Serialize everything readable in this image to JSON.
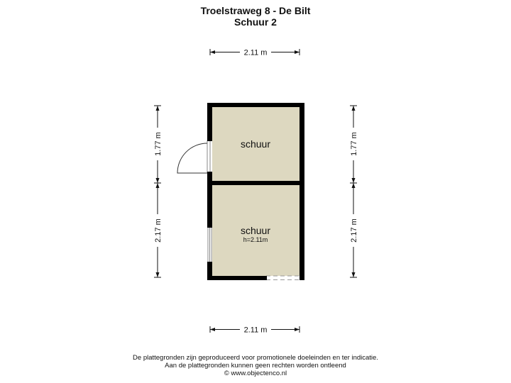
{
  "header": {
    "title": "Troelstraweg 8 - De Bilt",
    "subtitle": "Schuur 2"
  },
  "dimensions": {
    "top_width": "2.11 m",
    "bottom_width": "2.11 m",
    "left_upper": "1.77 m",
    "left_lower": "2.17 m",
    "right_upper": "1.77 m",
    "right_lower": "2.17 m"
  },
  "rooms": [
    {
      "name": "schuur",
      "height_note": ""
    },
    {
      "name": "schuur",
      "height_note": "h=2.11m"
    }
  ],
  "footer": {
    "line1": "De plattegronden zijn geproduceerd voor promotionele doeleinden en ter indicatie.",
    "line2": "Aan de plattegronden kunnen geen rechten worden ontleend",
    "line3": "© www.objectenco.nl"
  },
  "colors": {
    "floor": "#ddd8c0",
    "wall": "#000000"
  }
}
